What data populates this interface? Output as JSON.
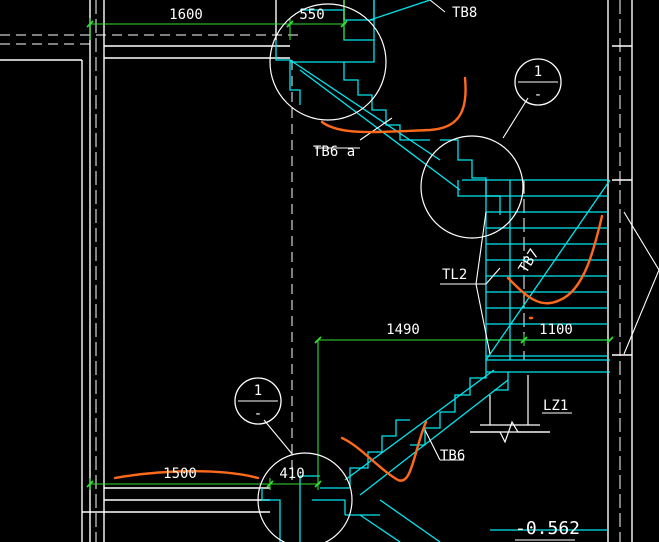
{
  "canvas": {
    "background": "#000000"
  },
  "colors": {
    "wall": "#ffffff",
    "stair": "#00e5ee",
    "dimension": "#33dd33",
    "markup": "#ff6a1a",
    "axis": "#ffffff"
  },
  "dimensions": {
    "d1600": "1600",
    "d550": "550",
    "d1490": "1490",
    "d1100": "1100",
    "d1500": "1500",
    "d410": "410"
  },
  "labels": {
    "tb8": "TB8",
    "tb6a": "TB6 a",
    "tl2": "TL2",
    "tb7": "TB7",
    "tb6": "TB6",
    "lz1": "LZ1",
    "elevation": "-0.562"
  },
  "section_marks": [
    {
      "number": "1",
      "sub": "-"
    },
    {
      "number": "1",
      "sub": "-"
    }
  ]
}
